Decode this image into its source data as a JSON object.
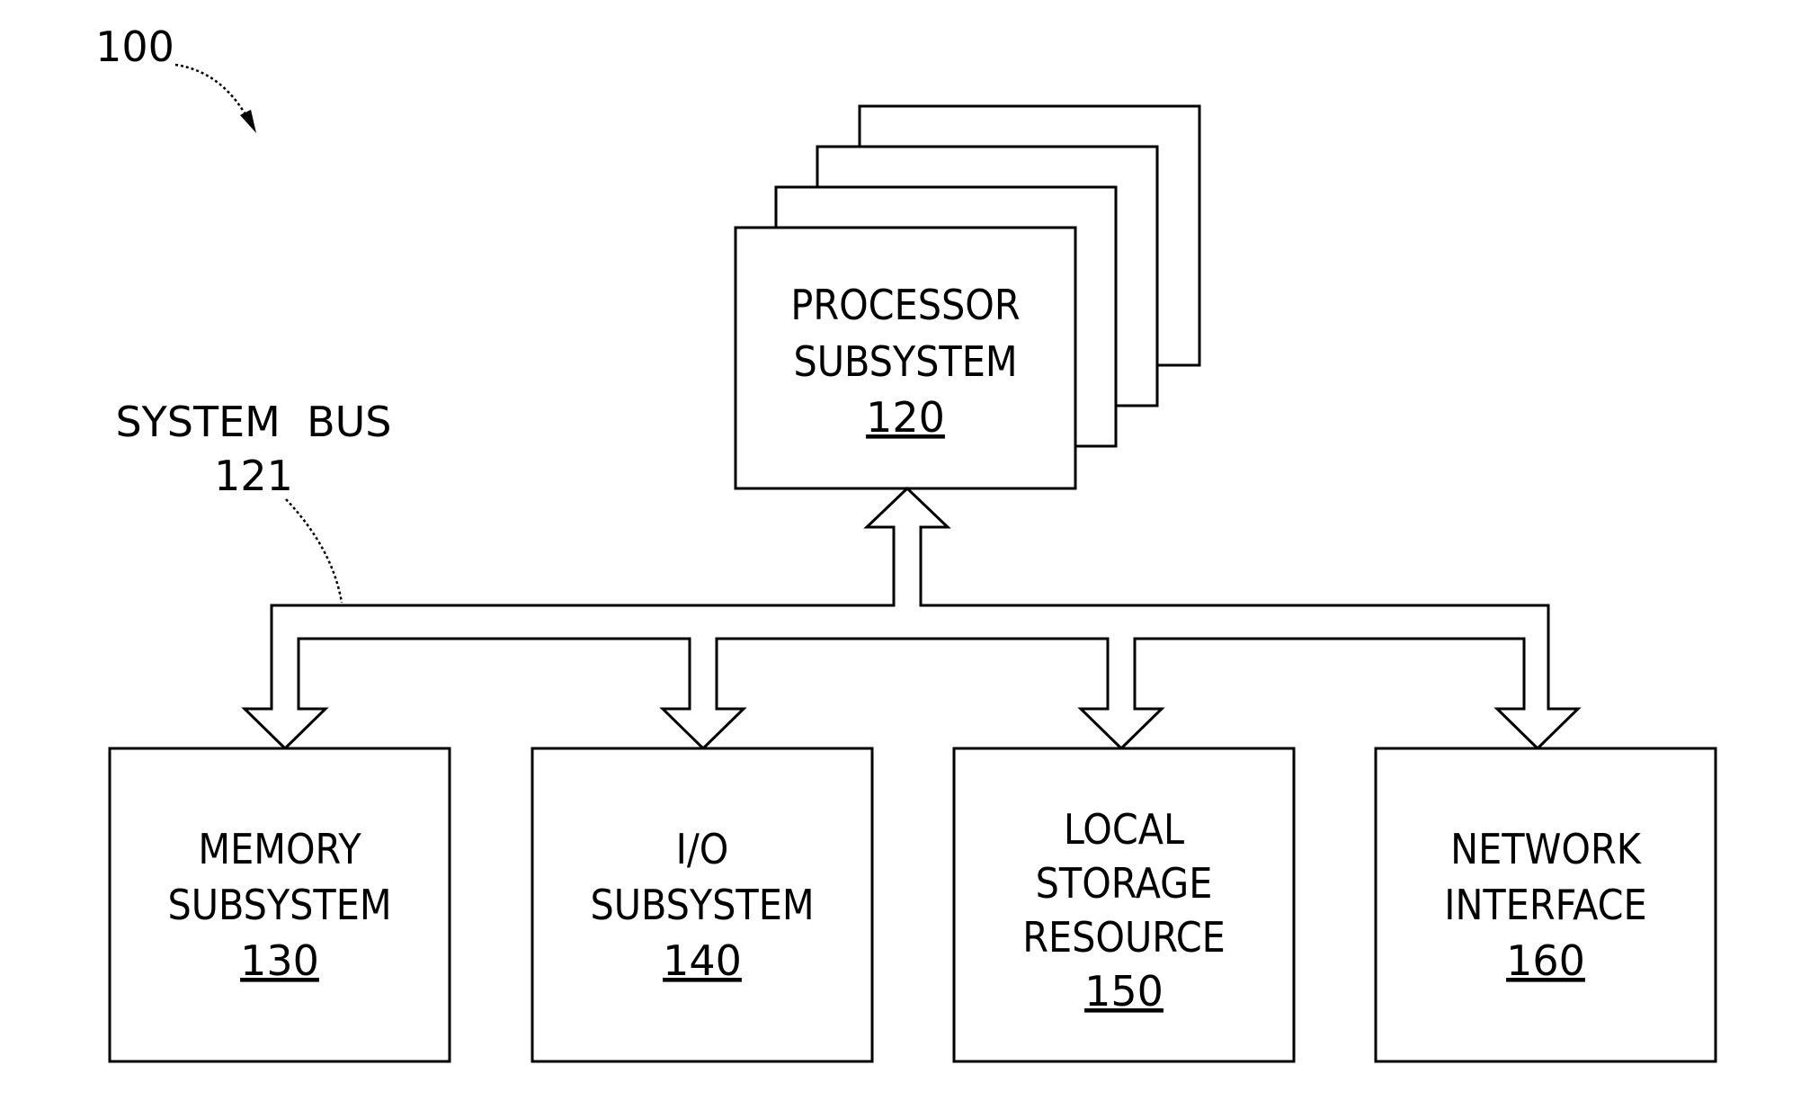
{
  "figure": {
    "number": "100"
  },
  "system_bus": {
    "label": "SYSTEM  BUS",
    "ref": "121"
  },
  "processor": {
    "line1": "PROCESSOR",
    "line2": "SUBSYSTEM",
    "ref": "120"
  },
  "memory": {
    "line1": "MEMORY",
    "line2": "SUBSYSTEM",
    "ref": "130"
  },
  "io": {
    "line1": "I/O",
    "line2": "SUBSYSTEM",
    "ref": "140"
  },
  "storage": {
    "line1": "LOCAL",
    "line2": "STORAGE",
    "line3": "RESOURCE",
    "ref": "150"
  },
  "network": {
    "line1": "NETWORK",
    "line2": "INTERFACE",
    "ref": "160"
  }
}
